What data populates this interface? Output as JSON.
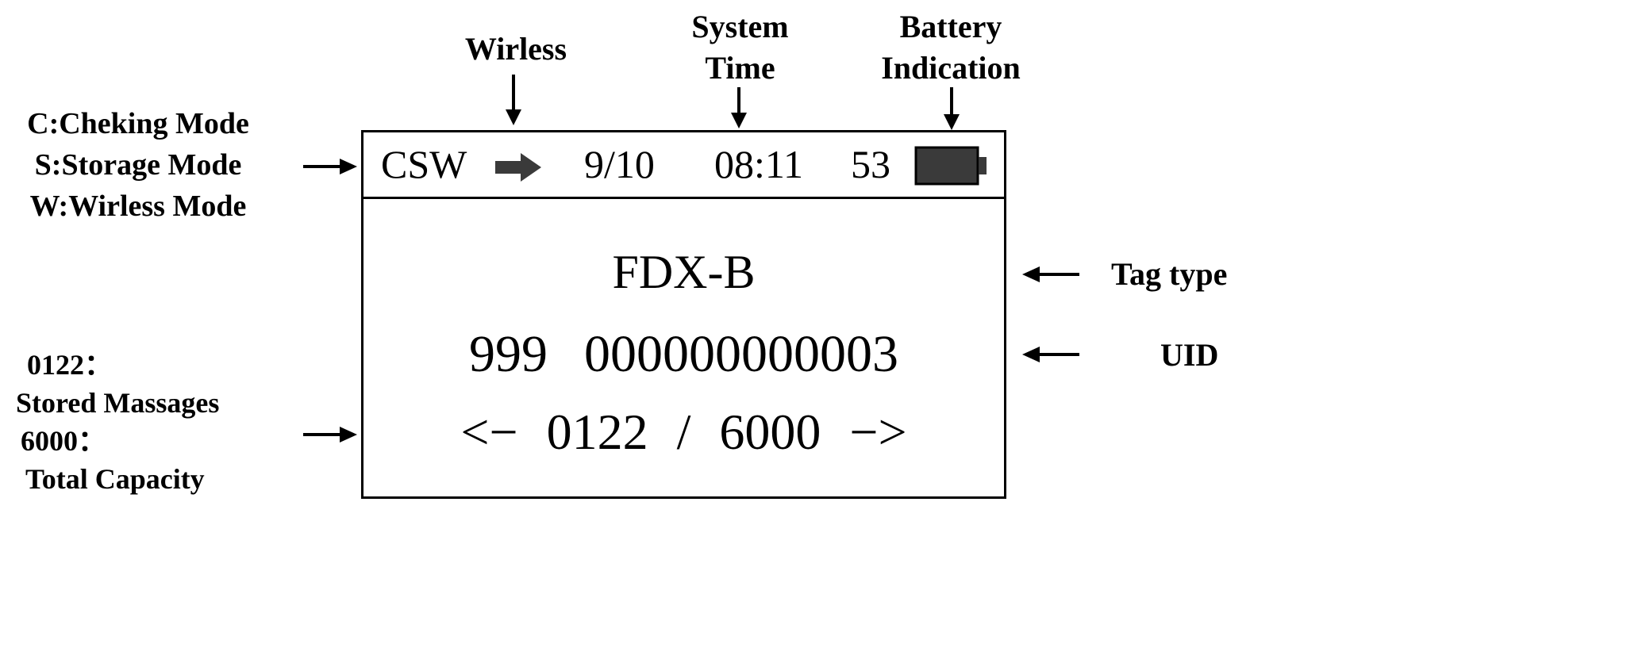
{
  "annotations": {
    "wireless": {
      "label": "Wirless"
    },
    "system_time": {
      "lines": [
        "System",
        "Time"
      ]
    },
    "battery": {
      "lines": [
        "Battery",
        "Indication"
      ]
    },
    "modes": {
      "lines": [
        "C:Cheking Mode",
        "S:Storage Mode",
        "W:Wirless Mode"
      ]
    },
    "storage": {
      "lines": [
        "0122：",
        "Stored Massages",
        "6000：",
        "Total Capacity"
      ]
    },
    "tag_type": {
      "label": "Tag type"
    },
    "uid": {
      "label": "UID"
    }
  },
  "display": {
    "status_bar": {
      "mode": "CSW",
      "wireless_icon": "right-arrow-icon",
      "date": "9/10",
      "time": "08:11",
      "battery_percent": "53",
      "battery_icon": "battery-filled-icon"
    },
    "tag_type": "FDX-B",
    "uid": {
      "prefix": "999",
      "digits": "000000000003"
    },
    "nav": {
      "left": "<−",
      "current": "0122",
      "separator": "/",
      "total": "6000",
      "right": "−>"
    }
  },
  "colors": {
    "ink": "#000000",
    "icon_fill": "#3a3a3a",
    "background": "#ffffff"
  }
}
